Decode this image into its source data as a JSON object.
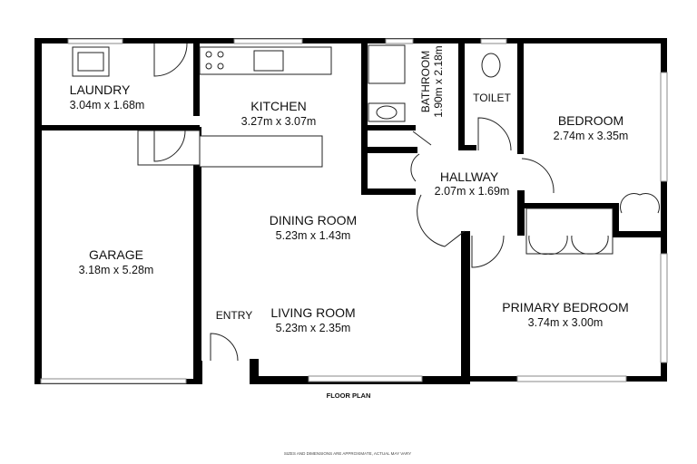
{
  "plan": {
    "title": "FLOOR PLAN",
    "note": "SIZES AND DIMENSIONS ARE APPROXIMATE, ACTUAL MAY VARY",
    "rooms": [
      {
        "name": "LAUNDRY",
        "size": "3.04m x 1.68m"
      },
      {
        "name": "KITCHEN",
        "size": "3.27m x 3.07m"
      },
      {
        "name": "BATHROOM",
        "size": "1.90m x 2.18m"
      },
      {
        "name": "TOILET"
      },
      {
        "name": "BEDROOM",
        "size": "2.74m x 3.35m"
      },
      {
        "name": "HALLWAY",
        "size": "2.07m x 1.69m"
      },
      {
        "name": "GARAGE",
        "size": "3.18m x 5.28m"
      },
      {
        "name": "DINING ROOM",
        "size": "5.23m x 1.43m"
      },
      {
        "name": "LIVING ROOM",
        "size": "5.23m x 2.35m"
      },
      {
        "name": "PRIMARY BEDROOM",
        "size": "3.74m x 3.00m"
      },
      {
        "name": "ENTRY"
      }
    ]
  }
}
